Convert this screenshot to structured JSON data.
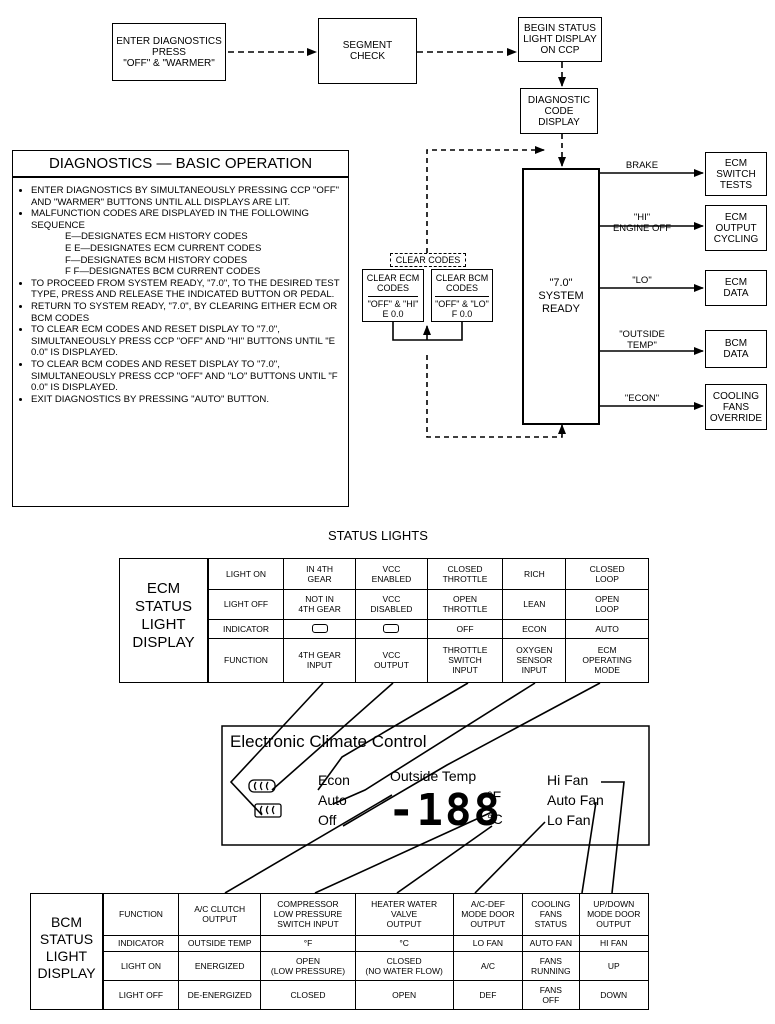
{
  "flow": {
    "enter": "ENTER DIAGNOSTICS\nPRESS\n\"OFF\" & \"WARMER\"",
    "segment": "SEGMENT\nCHECK",
    "begin": "BEGIN STATUS\nLIGHT DISPLAY\nON CCP",
    "code_display": "DIAGNOSTIC\nCODE\nDISPLAY",
    "system_ready": "\"7.0\"\nSYSTEM\nREADY",
    "clear_codes": "CLEAR CODES",
    "clear_ecm": "CLEAR ECM\nCODES",
    "clear_ecm_keys": "\"OFF\" & \"HI\"\nE 0.0",
    "clear_bcm": "CLEAR BCM\nCODES",
    "clear_bcm_keys": "\"OFF\" & \"LO\"\nF 0.0",
    "branches": [
      {
        "label": "BRAKE",
        "target": "ECM\nSWITCH\nTESTS"
      },
      {
        "label": "\"HI\"\nENGINE OFF",
        "target": "ECM\nOUTPUT\nCYCLING"
      },
      {
        "label": "\"LO\"",
        "target": "ECM\nDATA"
      },
      {
        "label": "\"OUTSIDE\nTEMP\"",
        "target": "BCM\nDATA"
      },
      {
        "label": "\"ECON\"",
        "target": "COOLING\nFANS\nOVERRIDE"
      }
    ]
  },
  "basic": {
    "title": "DIAGNOSTICS — BASIC OPERATION",
    "steps": [
      "ENTER DIAGNOSTICS BY SIMULTANEOUSLY PRESSING CCP \"OFF\" AND \"WARMER\" BUTTONS UNTIL ALL DISPLAYS ARE LIT.",
      "MALFUNCTION CODES ARE DISPLAYED IN THE FOLLOWING SEQUENCE",
      "E—DESIGNATES ECM HISTORY CODES",
      "E E—DESIGNATES ECM CURRENT CODES",
      "F—DESIGNATES BCM HISTORY CODES",
      "F F—DESIGNATES BCM CURRENT CODES",
      "TO PROCEED FROM SYSTEM READY, \"7.0\", TO THE DESIRED TEST TYPE, PRESS AND RELEASE THE INDICATED BUTTON OR PEDAL.",
      "RETURN TO SYSTEM READY, \"7.0\", BY CLEARING EITHER ECM OR BCM CODES",
      "TO CLEAR ECM CODES AND RESET DISPLAY TO \"7.0\", SIMULTANEOUSLY PRESS CCP \"OFF\" AND \"HI\" BUTTONS UNTIL \"E 0.0\" IS DISPLAYED.",
      "TO CLEAR BCM CODES AND RESET DISPLAY TO \"7.0\", SIMULTANEOUSLY PRESS CCP \"OFF\" AND \"LO\" BUTTONS UNTIL \"F 0.0\" IS DISPLAYED.",
      "EXIT DIAGNOSTICS BY PRESSING \"AUTO\" BUTTON."
    ]
  },
  "status_title": "STATUS LIGHTS",
  "ecm": {
    "side": "ECM\nSTATUS\nLIGHT\nDISPLAY",
    "rows": [
      [
        "LIGHT ON",
        "IN 4TH\nGEAR",
        "VCC\nENABLED",
        "CLOSED\nTHROTTLE",
        "RICH",
        "CLOSED\nLOOP"
      ],
      [
        "LIGHT OFF",
        "NOT IN\n4TH GEAR",
        "VCC\nDISABLED",
        "OPEN\nTHROTTLE",
        "LEAN",
        "OPEN\nLOOP"
      ],
      [
        "INDICATOR",
        "",
        "",
        "OFF",
        "ECON",
        "AUTO"
      ],
      [
        "FUNCTION",
        "4TH GEAR\nINPUT",
        "VCC\nOUTPUT",
        "THROTTLE\nSWITCH\nINPUT",
        "OXYGEN\nSENSOR\nINPUT",
        "ECM\nOPERATING\nMODE"
      ]
    ]
  },
  "ecc": {
    "title": "Electronic Climate Control",
    "econ": "Econ",
    "auto": "Auto",
    "off": "Off",
    "outside": "Outside Temp",
    "digits": "-188",
    "f": "°F",
    "c": "°C",
    "hi_fan": "Hi Fan",
    "auto_fan": "Auto Fan",
    "lo_fan": "Lo Fan"
  },
  "bcm": {
    "side": "BCM\nSTATUS\nLIGHT\nDISPLAY",
    "rows": [
      [
        "FUNCTION",
        "A/C CLUTCH\nOUTPUT",
        "COMPRESSOR\nLOW PRESSURE\nSWITCH INPUT",
        "HEATER WATER\nVALVE\nOUTPUT",
        "A/C-DEF\nMODE DOOR\nOUTPUT",
        "COOLING\nFANS\nSTATUS",
        "UP/DOWN\nMODE DOOR\nOUTPUT"
      ],
      [
        "INDICATOR",
        "OUTSIDE TEMP",
        "°F",
        "°C",
        "LO FAN",
        "AUTO FAN",
        "HI FAN"
      ],
      [
        "LIGHT ON",
        "ENERGIZED",
        "OPEN\n(LOW PRESSURE)",
        "CLOSED\n(NO WATER FLOW)",
        "A/C",
        "FANS\nRUNNING",
        "UP"
      ],
      [
        "LIGHT OFF",
        "DE-ENERGIZED",
        "CLOSED",
        "OPEN",
        "DEF",
        "FANS\nOFF",
        "DOWN"
      ]
    ]
  }
}
